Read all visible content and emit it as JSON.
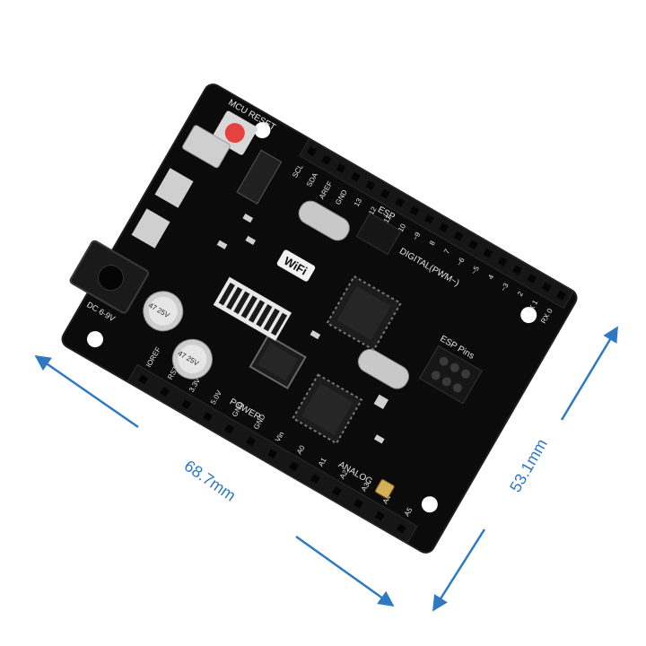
{
  "dimensions": {
    "width": "68.7mm",
    "height": "53.1mm"
  },
  "colors": {
    "dimension_line": "#2f79c2",
    "pcb": "#0b0b0b",
    "header": "#161616",
    "reset_button": "#e4413f"
  },
  "board": {
    "reset_label": "MCU RESET",
    "wifi_label": "WiFi",
    "power_label": "POWER",
    "analog_label": "ANALOG",
    "digital_label": "DIGITAL(PWM~)",
    "esp_label": "ESP",
    "esp_pins_label": "ESP Pins",
    "capacitor_label": "47 25V",
    "dc_label": "DC 6-9V",
    "power_pins": [
      "IOREF",
      "RST",
      "3.3V",
      "5.0V",
      "GND",
      "GND",
      "Vin"
    ],
    "analog_pins": [
      "A0",
      "A1",
      "A2",
      "A3",
      "A4",
      "A5"
    ],
    "digital_pins": [
      "SCL",
      "SDA",
      "AREF",
      "GND",
      "13",
      "12",
      "~11",
      "~10",
      "~9",
      "8",
      "7",
      "~6",
      "~5",
      "4",
      "~3",
      "2",
      "TX 1",
      "RX 0"
    ]
  }
}
